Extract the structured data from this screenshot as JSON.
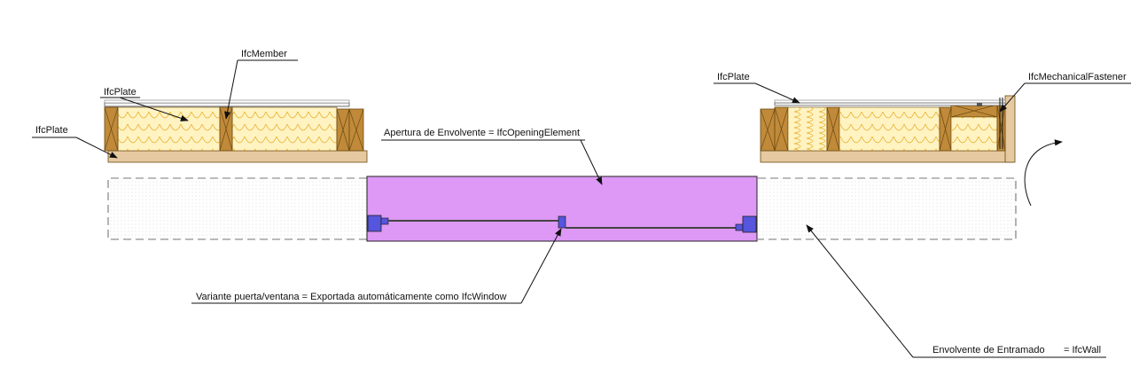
{
  "labels": {
    "ifc_member": "IfcMember",
    "ifc_plate_top_left": "IfcPlate",
    "ifc_plate_left": "IfcPlate",
    "ifc_plate_right": "IfcPlate",
    "ifc_mechanical_fastener": "IfcMechanicalFastener",
    "opening_element": "Apertura de Envolvente = IfcOpeningElement",
    "window_variant": "Variante puerta/ventana = Exportada automáticamente como IfcWindow",
    "wall_envelope_prefix": "Envolvente de Entramado",
    "wall_envelope_suffix": "= IfcWall"
  },
  "colors": {
    "timber": "#c08a3a",
    "timber_dark": "#6b4a10",
    "insulation": "#fff3c2",
    "insulation_line": "#e8b030",
    "board": "#e6c9a0",
    "opening_fill": "#dd99f5",
    "window_blue": "#5555dd",
    "wall_dash": "#777777"
  }
}
